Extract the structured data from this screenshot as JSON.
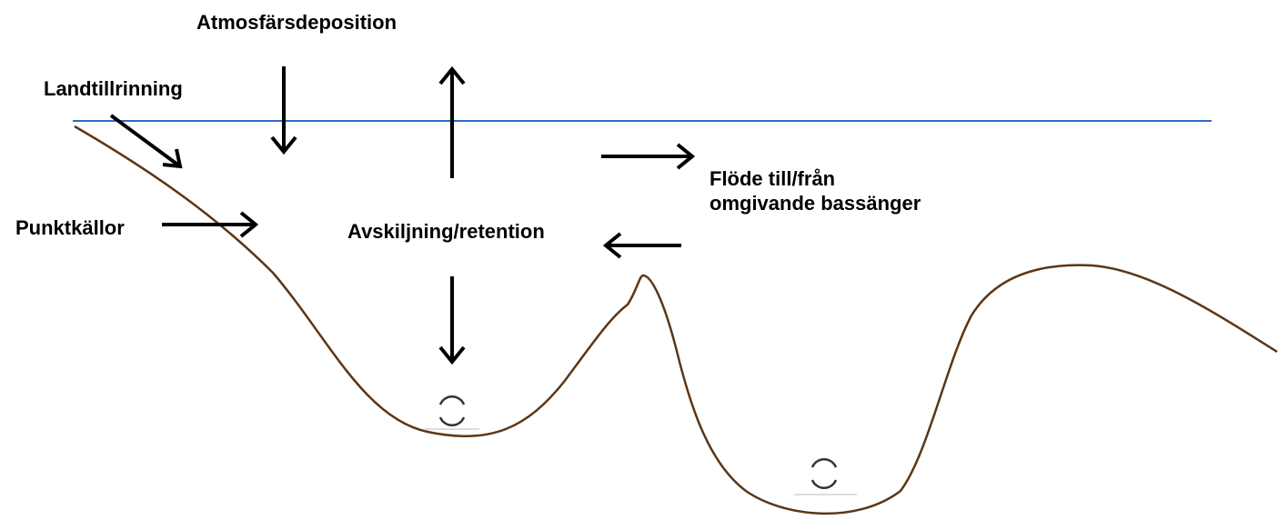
{
  "labels": {
    "atmospheric_deposition": "Atmosfärsdeposition",
    "land_runoff": "Landtillrinning",
    "point_sources": "Punktkällor",
    "retention": "Avskiljning/retention",
    "exchange_line1": "Flöde till/från",
    "exchange_line2": "omgivande bassänger"
  },
  "colors": {
    "water_surface": "#2f6bbd",
    "sea_floor": "#5b3616",
    "arrow": "#000000",
    "text": "#000000"
  },
  "icons": {
    "basin_1_symbol": "circular-arrows-icon",
    "basin_2_symbol": "circular-arrows-icon"
  }
}
